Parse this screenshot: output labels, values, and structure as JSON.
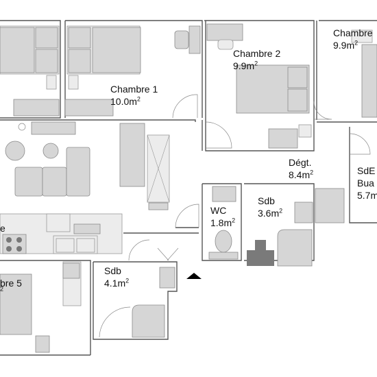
{
  "rooms": [
    {
      "id": "chambre1",
      "name": "Chambre 1",
      "area": "10.0m",
      "unit_sup": "2"
    },
    {
      "id": "chambre2",
      "name": "Chambre 2",
      "area": "9.9m",
      "unit_sup": "2"
    },
    {
      "id": "chambre3",
      "name": "Chambre",
      "area": "9.9m",
      "unit_sup": "2"
    },
    {
      "id": "degt",
      "name": "Dégt.",
      "area": "8.4m",
      "unit_sup": "2"
    },
    {
      "id": "sde",
      "name": "SdE",
      "area": "5.7m",
      "unit_sup": "",
      "extra": "Bua"
    },
    {
      "id": "wc",
      "name": "WC",
      "area": "1.8m",
      "unit_sup": "2"
    },
    {
      "id": "sdb1",
      "name": "Sdb",
      "area": "3.6m",
      "unit_sup": "2"
    },
    {
      "id": "sdb2",
      "name": "Sdb",
      "area": "4.1m",
      "unit_sup": "2"
    },
    {
      "id": "chambre5",
      "name": "bre 5",
      "area": "",
      "unit_sup": "2"
    },
    {
      "id": "sejour",
      "name": "e",
      "area": "",
      "unit_sup": ""
    }
  ],
  "colors": {
    "wall": "#555555",
    "furniture_fill": "#d6d6d6",
    "furniture_stroke": "#8a8a8a",
    "dark_fixture": "#7a7a7a",
    "north_arrow": "#000000"
  },
  "icons": [
    "north-arrow-icon",
    "bed-icon",
    "sofa-icon",
    "toilet-icon",
    "shower-icon",
    "kitchen-icon",
    "door-swing-icon"
  ]
}
